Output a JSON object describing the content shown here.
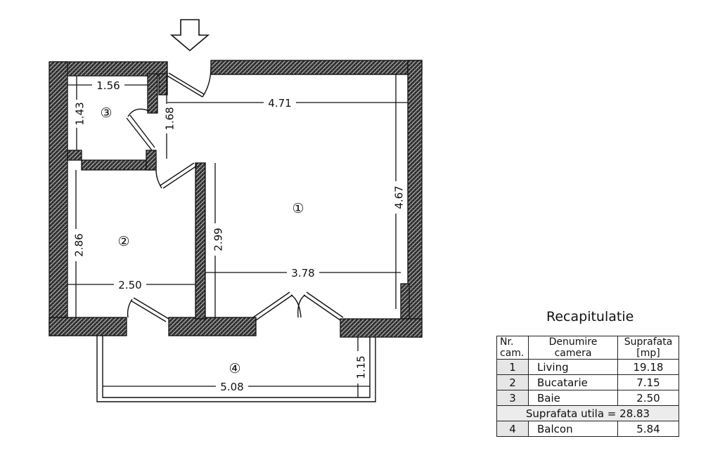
{
  "entrance_icon": "down-arrow-icon",
  "rooms": {
    "r1": "①",
    "r2": "②",
    "r3": "③",
    "r4": "④"
  },
  "dimensions": {
    "baie_width": "1.56",
    "baie_height": "1.43",
    "hall_height": "1.68",
    "living_top_width": "4.71",
    "living_height": "4.67",
    "kitchen_height": "2.86",
    "partition_height": "2.99",
    "kitchen_width": "2.50",
    "living_bottom_width": "3.78",
    "balcony_depth": "1.15",
    "balcony_width": "5.08"
  },
  "recap": {
    "title": "Recapitulatie",
    "headers": {
      "nr": "Nr. cam.",
      "name": "Denumire camera",
      "area": "Suprafata [mp]"
    },
    "rows": [
      {
        "nr": "1",
        "name": "Living",
        "area": "19.18"
      },
      {
        "nr": "2",
        "name": "Bucatarie",
        "area": "7.15"
      },
      {
        "nr": "3",
        "name": "Baie",
        "area": "2.50"
      }
    ],
    "usable": "Suprafata utila = 28.83",
    "balcony_row": {
      "nr": "4",
      "name": "Balcon",
      "area": "5.84"
    }
  }
}
